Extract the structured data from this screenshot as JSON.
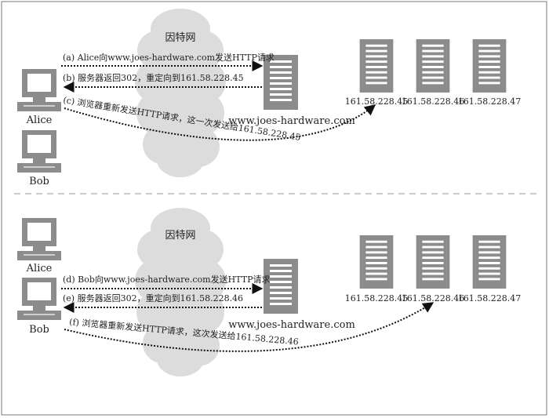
{
  "top": {
    "cloud_label": "因特网",
    "client_labels": [
      "Alice",
      "Bob"
    ],
    "server_label": "www.joes-hardware.com",
    "ips": [
      "161.58.228.45",
      "161.58.228.46",
      "161.58.228.47"
    ],
    "arrows": [
      "(a)  Alice向www.joes-hardware.com发送HTTP请求",
      "(b)  服务器返回302，重定向到161.58.228.45",
      "(c)  浏览器重新发送HTTP请求，这一次发送给161.58.228.45"
    ]
  },
  "bottom": {
    "cloud_label": "因特网",
    "client_labels": [
      "Alice",
      "Bob"
    ],
    "server_label": "www.joes-hardware.com",
    "ips": [
      "161.58.228.45",
      "161.58.228.46",
      "161.58.228.47"
    ],
    "arrows": [
      "(d)  Bob向www.joes-hardware.com发送HTTP请求",
      "(e)  服务器返回302，重定向到161.58.228.46",
      "(f)  浏览器重新发送HTTP请求，这次发送给161.58.228.46"
    ]
  },
  "colors": {
    "device": "#8c8c8c",
    "cloud": "#dcdcdc",
    "arrow": "#111111",
    "frame": "#777777"
  }
}
